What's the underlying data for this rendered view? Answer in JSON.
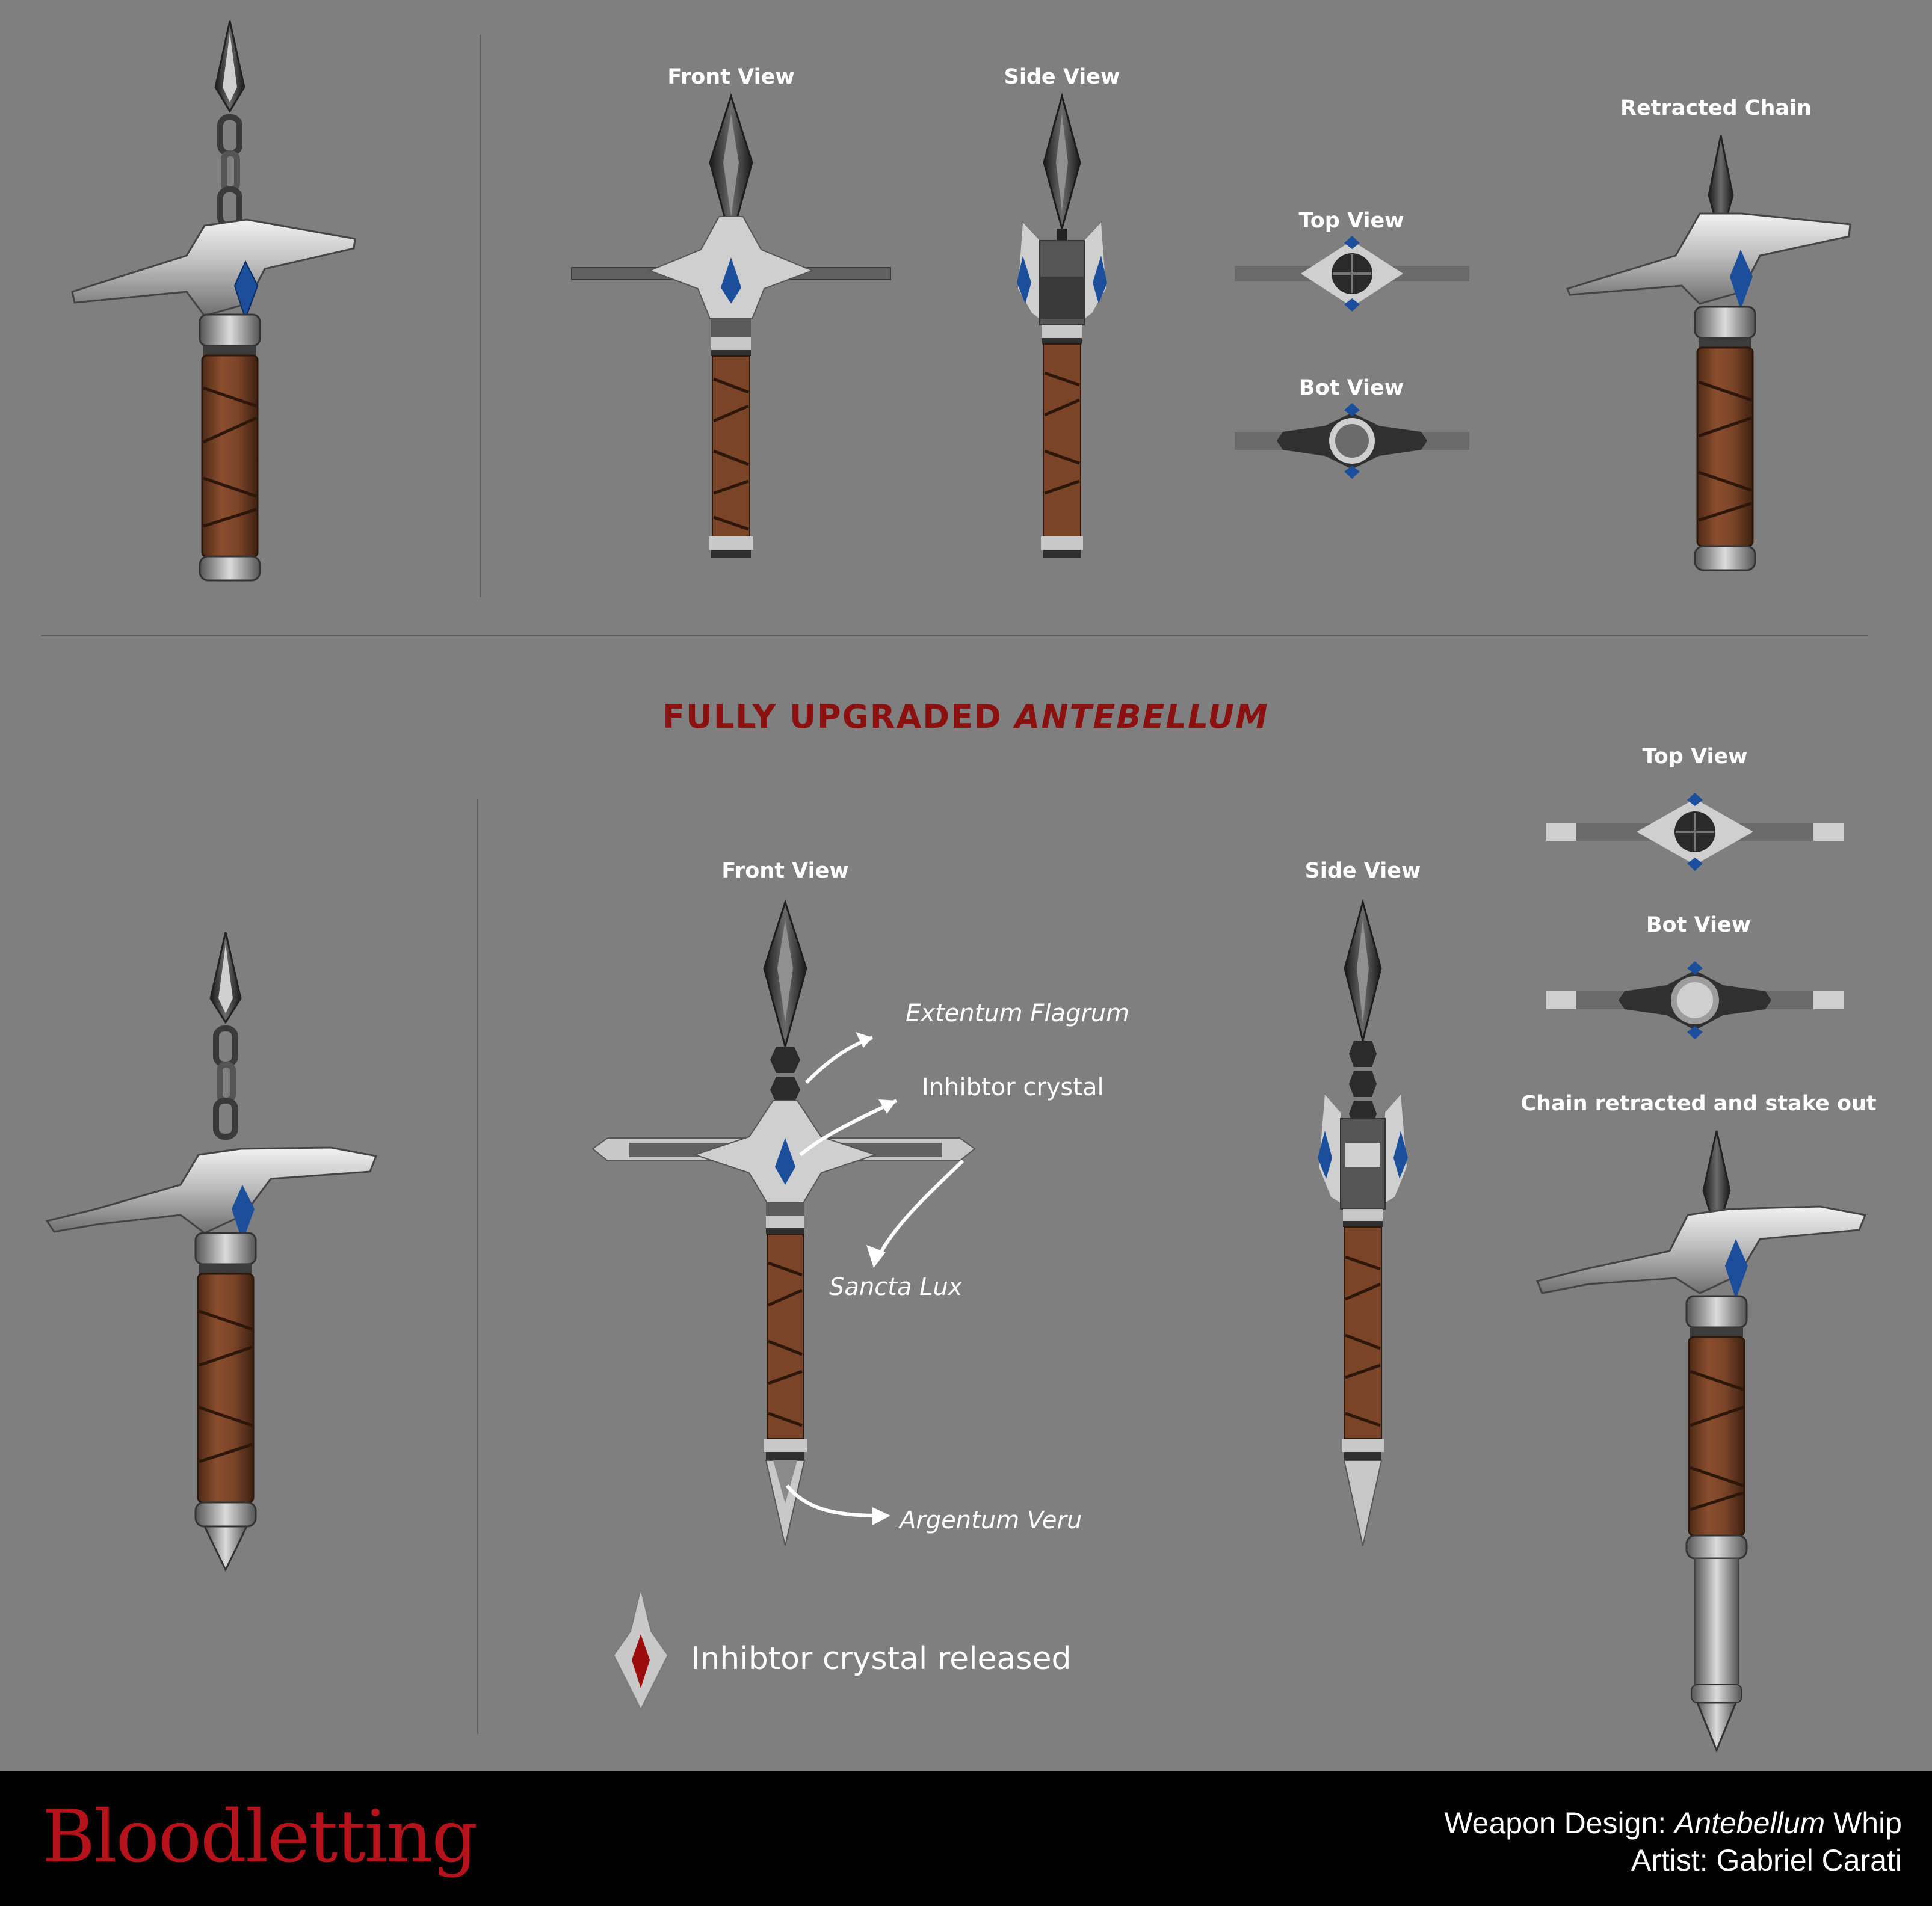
{
  "sections": {
    "standard": {
      "labels": {
        "front_view": "Front View",
        "side_view": "Side View",
        "top_view": "Top View",
        "bot_view": "Bot View",
        "retracted_chain": "Retracted Chain"
      }
    },
    "upgraded": {
      "headline_prefix": "FULLY UPGRADED",
      "headline_emphasis": "ANTEBELLUM",
      "labels": {
        "front_view": "Front View",
        "side_view": "Side View",
        "top_view": "Top View",
        "bot_view": "Bot View",
        "chain_retracted_stake_out": "Chain retracted and stake out"
      },
      "callouts": {
        "extentum_flagrum": "Extentum Flagrum",
        "inhibitor_crystal": "Inhibtor crystal",
        "sancta_lux": "Sancta Lux",
        "argentum_veru": "Argentum Veru"
      },
      "legend": {
        "text": "Inhibtor crystal released"
      }
    }
  },
  "footer": {
    "logo": "Bloodletting",
    "design_prefix": "Weapon Design:",
    "design_name": "Antebellum",
    "design_suffix": "Whip",
    "artist": "Artist: Gabriel Carati"
  },
  "colors": {
    "background": "#7f7f7f",
    "headline": "#8b1010",
    "logo": "#b5121b",
    "crystal_blue": "#1b4f9c",
    "crystal_red": "#9b0d0d",
    "leather": "#7a4428",
    "metal_light": "#c8c8c8",
    "metal_dark": "#2e2e2e"
  }
}
